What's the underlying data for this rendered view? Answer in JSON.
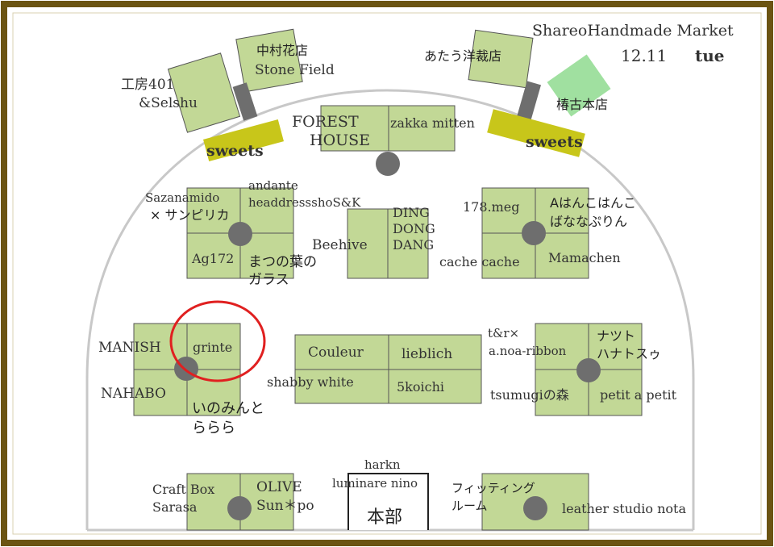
{
  "header": {
    "title": "ShareoHandmade Market",
    "date": "12.11",
    "weekday": "tue"
  },
  "colors": {
    "frame": "#6b5412",
    "table": "#c2d896",
    "table_border": "#555555",
    "pillar": "#6e6e6e",
    "sweets": "#c8c61a",
    "shop_green": "#a0e0a0",
    "highlight": "#e02020",
    "arc": "#c8c8c8"
  },
  "icons": {
    "pillar": "grey-circle",
    "highlight": "red-ellipse"
  },
  "highlight_label": "grinte",
  "labels": {
    "kobo": "工房401",
    "selshu": "&Selshu",
    "nakamura": "中村花店",
    "stonefield": "Stone Field",
    "atau": "あたう洋裁店",
    "tsubaki": "椿古本店",
    "sweets_left": "sweets",
    "sweets_right": "sweets",
    "forest1": "FOREST",
    "forest2": "HOUSE",
    "zakka": "zakka mitten",
    "sazanamido": "Sazanamido",
    "sanpirika": "× サンピリカ",
    "andante1": "andante",
    "andante2": "headdressshoS&K",
    "ag172": "Ag172",
    "matsuba1": "まつの葉の",
    "matsuba2": "ガラス",
    "beehive": "Beehive",
    "ding": "DING",
    "dong": "DONG",
    "dang": "DANG",
    "meg": "178.meg",
    "hanko1": "Aはんこはんこ",
    "hanko2": "ばななぷりん",
    "cache": "cache cache",
    "mamachen": "Mamachen",
    "manish": "MANISH",
    "grinte": "grinte",
    "nahabo": "NAHABO",
    "inomin1": "いのみんと",
    "inomin2": "ららら",
    "couleur": "Couleur",
    "lieblich": "lieblich",
    "shabby": "shabby white",
    "koichi": "5koichi",
    "tr1": "t&r×",
    "tr2": "a.noa-ribbon",
    "natsuto1": "ナツト",
    "natsuto2": "ハナトスゥ",
    "tsumugi": "tsumugiの森",
    "petit": "petit a petit",
    "craft1": "Craft Box",
    "craft2": "Sarasa",
    "olive1": "OLIVE",
    "olive2": "Sun＊po",
    "harkn": "harkn",
    "luminare": "luminare nino",
    "honbu": "本部",
    "fitting1": "フィッティング",
    "fitting2": "ルーム",
    "leather": "leather studio nota"
  }
}
